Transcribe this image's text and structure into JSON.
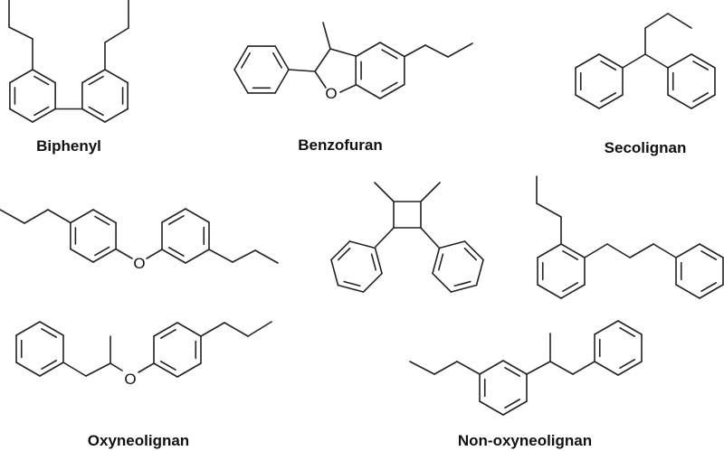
{
  "structures": [
    {
      "name": "Biphenyl"
    },
    {
      "name": "Benzofuran",
      "atom": "O"
    },
    {
      "name": "Secolignan"
    },
    {
      "name": "",
      "atom": "O"
    },
    {
      "name": ""
    },
    {
      "name": ""
    },
    {
      "name": "Oxyneolignan",
      "atom": "O"
    },
    {
      "name": "Non-oxyneolignan"
    }
  ],
  "colors": {
    "bond": "#222222",
    "text": "#111111",
    "background": "#ffffff"
  }
}
